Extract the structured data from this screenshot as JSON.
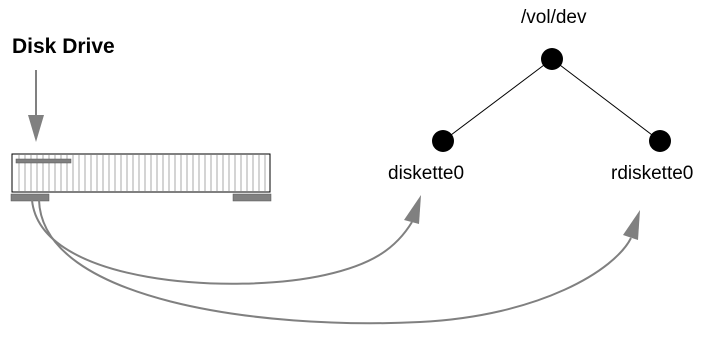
{
  "diagram": {
    "drive_label": "Disk Drive",
    "tree": {
      "root": "/vol/dev",
      "children": [
        "diskette0",
        "rdiskette0"
      ]
    }
  },
  "colors": {
    "line": "#000000",
    "arrow": "#808080",
    "node": "#000000",
    "drive_stripes": "#aaaaaa",
    "drive_fill": "#ffffff",
    "drive_part": "#808080"
  }
}
